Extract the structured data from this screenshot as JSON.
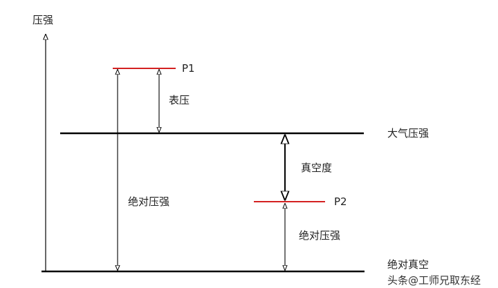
{
  "axis_label": "压强",
  "levels": {
    "p1": "P1",
    "atmospheric": "大气压强",
    "p2": "P2",
    "absolute_vacuum": "绝对真空"
  },
  "intervals": {
    "gauge_pressure": "表压",
    "absolute_pressure_p1": "绝对压强",
    "vacuum_degree": "真空度",
    "absolute_pressure_p2": "绝对压强"
  },
  "colors": {
    "line": "#000000",
    "pressure_line": "#d42020"
  },
  "watermark": "头条@工师兄取东经"
}
